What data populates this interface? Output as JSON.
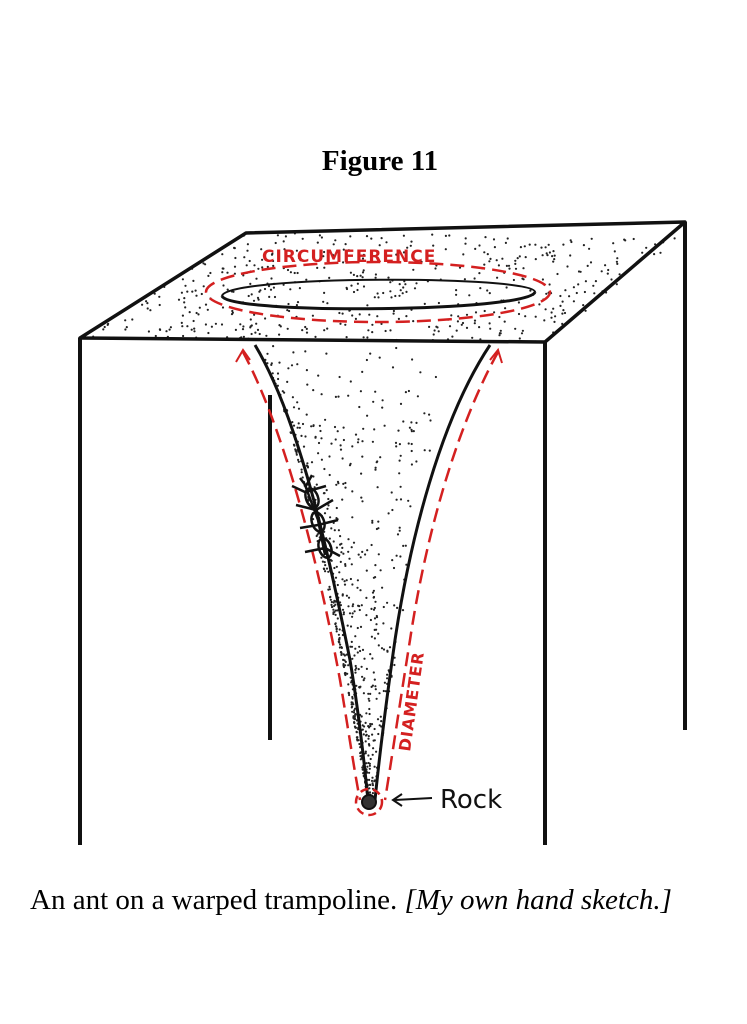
{
  "figure": {
    "title": "Figure 11",
    "labels": {
      "circumference": "CIRCUMFERENCE",
      "diameter": "DIAMETER",
      "rock": "Rock"
    },
    "caption": {
      "text": "An ant on a warped trampoline.",
      "note": "[My own hand sketch.]"
    },
    "colors": {
      "ink": "#111111",
      "accent": "#d42020"
    }
  }
}
